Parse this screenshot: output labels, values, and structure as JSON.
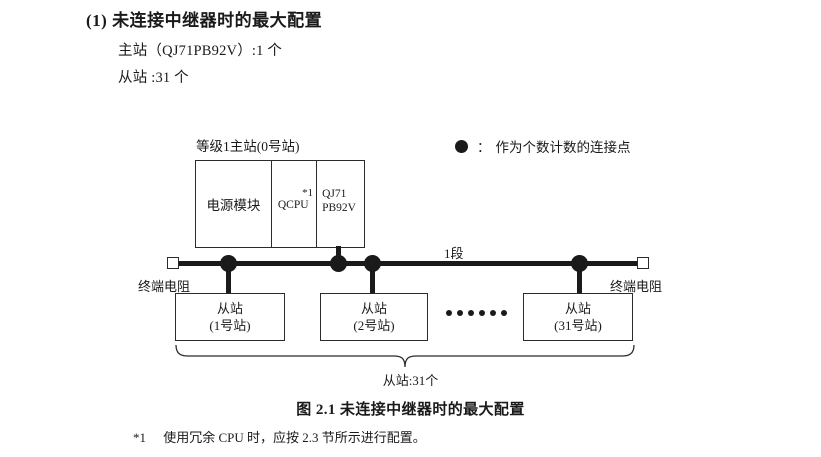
{
  "section": {
    "number": "(1)",
    "title": "未连接中继器时的最大配置",
    "lines": [
      "主站（QJ71PB92V）:1 个",
      "从站 :31 个"
    ]
  },
  "legend": {
    "symbol": "filled-circle",
    "colon": "：",
    "text": "作为个数计数的连接点"
  },
  "diagram": {
    "rack": {
      "label": "等级1主站(0号站)",
      "cells": [
        {
          "name": "power-supply-module",
          "text": "电源模块"
        },
        {
          "name": "cpu-module",
          "text": "QCPU",
          "footnote_mark": "*1"
        },
        {
          "name": "profibus-master-module",
          "line1": "QJ71",
          "line2": "PB92V"
        }
      ]
    },
    "bus": {
      "segment_label": "1段",
      "terminator_left": "终端电阻",
      "terminator_right": "终端电阻",
      "connection_points": 4
    },
    "slaves": [
      {
        "title": "从站",
        "station": "(1号站)"
      },
      {
        "title": "从站",
        "station": "(2号站)"
      },
      {
        "title": "从站",
        "station": "(31号站)"
      }
    ],
    "ellipsis_count": 6,
    "brace_label": "从站:31个"
  },
  "figure": {
    "caption": "图 2.1  未连接中继器时的最大配置"
  },
  "footnote": {
    "mark": "*1",
    "text": "使用冗余 CPU 时，应按 2.3 节所示进行配置。"
  },
  "colors": {
    "ink": "#1a1a1a",
    "stroke": "#2b2b2b",
    "background": "#ffffff"
  }
}
